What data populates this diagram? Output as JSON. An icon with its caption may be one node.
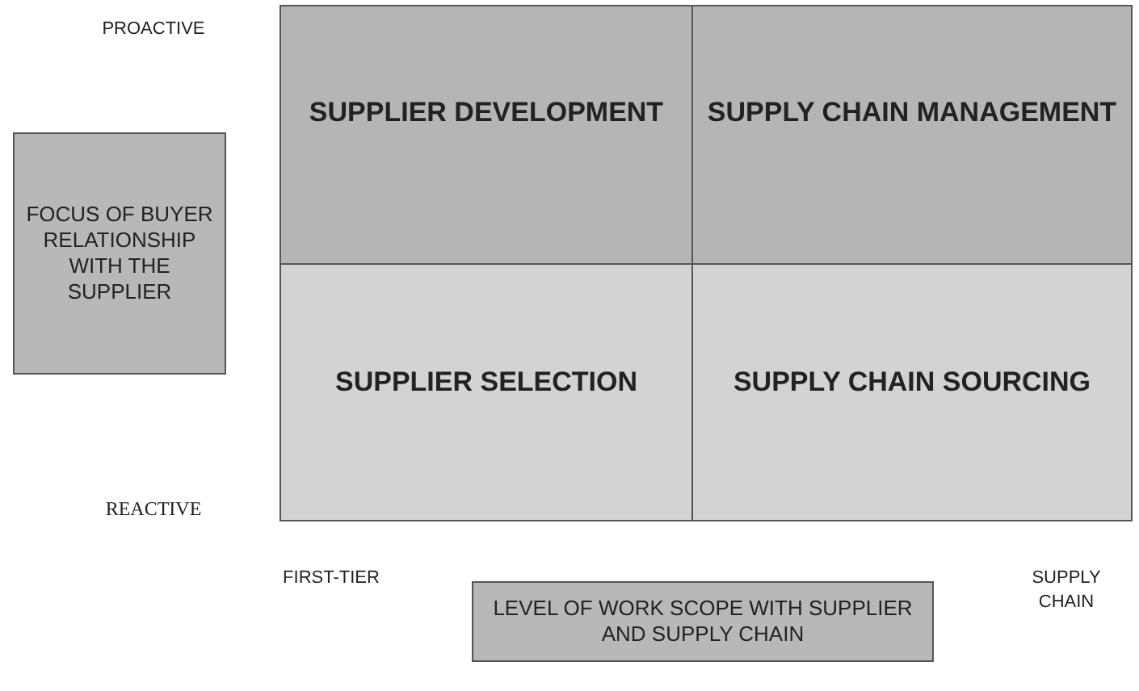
{
  "diagram": {
    "nodes": [
      {
        "text": [
          "SUPPLIER DEVELOPMENT"
        ]
      },
      {
        "text": [
          "SUPPLY CHAIN MANAGEMENT"
        ]
      },
      {
        "text": [
          "SUPPLIER SELECTION"
        ]
      },
      {
        "text": [
          "SUPPLY CHAIN SOURCING"
        ]
      },
      {
        "text": [
          "FOCUS OF BUYER RELATIONSHIP WITH THE SUPPLIER"
        ]
      },
      {
        "text": [
          "LEVEL OF WORK SCOPE WITH SUPPLIER AND SUPPLY CHAIN"
        ]
      }
    ],
    "labels": [
      "PROACTIVE",
      "REACTIVE",
      "FIRST-TIER",
      "SUPPLY CHAIN"
    ]
  }
}
